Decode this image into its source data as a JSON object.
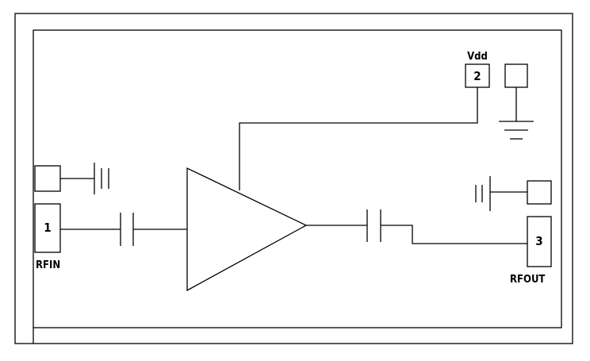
{
  "pins": {
    "pin1": {
      "number": "1",
      "name": "RFIN"
    },
    "pin2": {
      "number": "2",
      "name": "Vdd"
    },
    "pin3": {
      "number": "3",
      "name": "RFOUT"
    }
  },
  "components": [
    "amplifier-triangle",
    "input-dc-block-capacitor",
    "output-dc-block-capacitor",
    "vdd-ground-symbol",
    "input-bypass-capacitor",
    "output-bypass-capacitor"
  ]
}
